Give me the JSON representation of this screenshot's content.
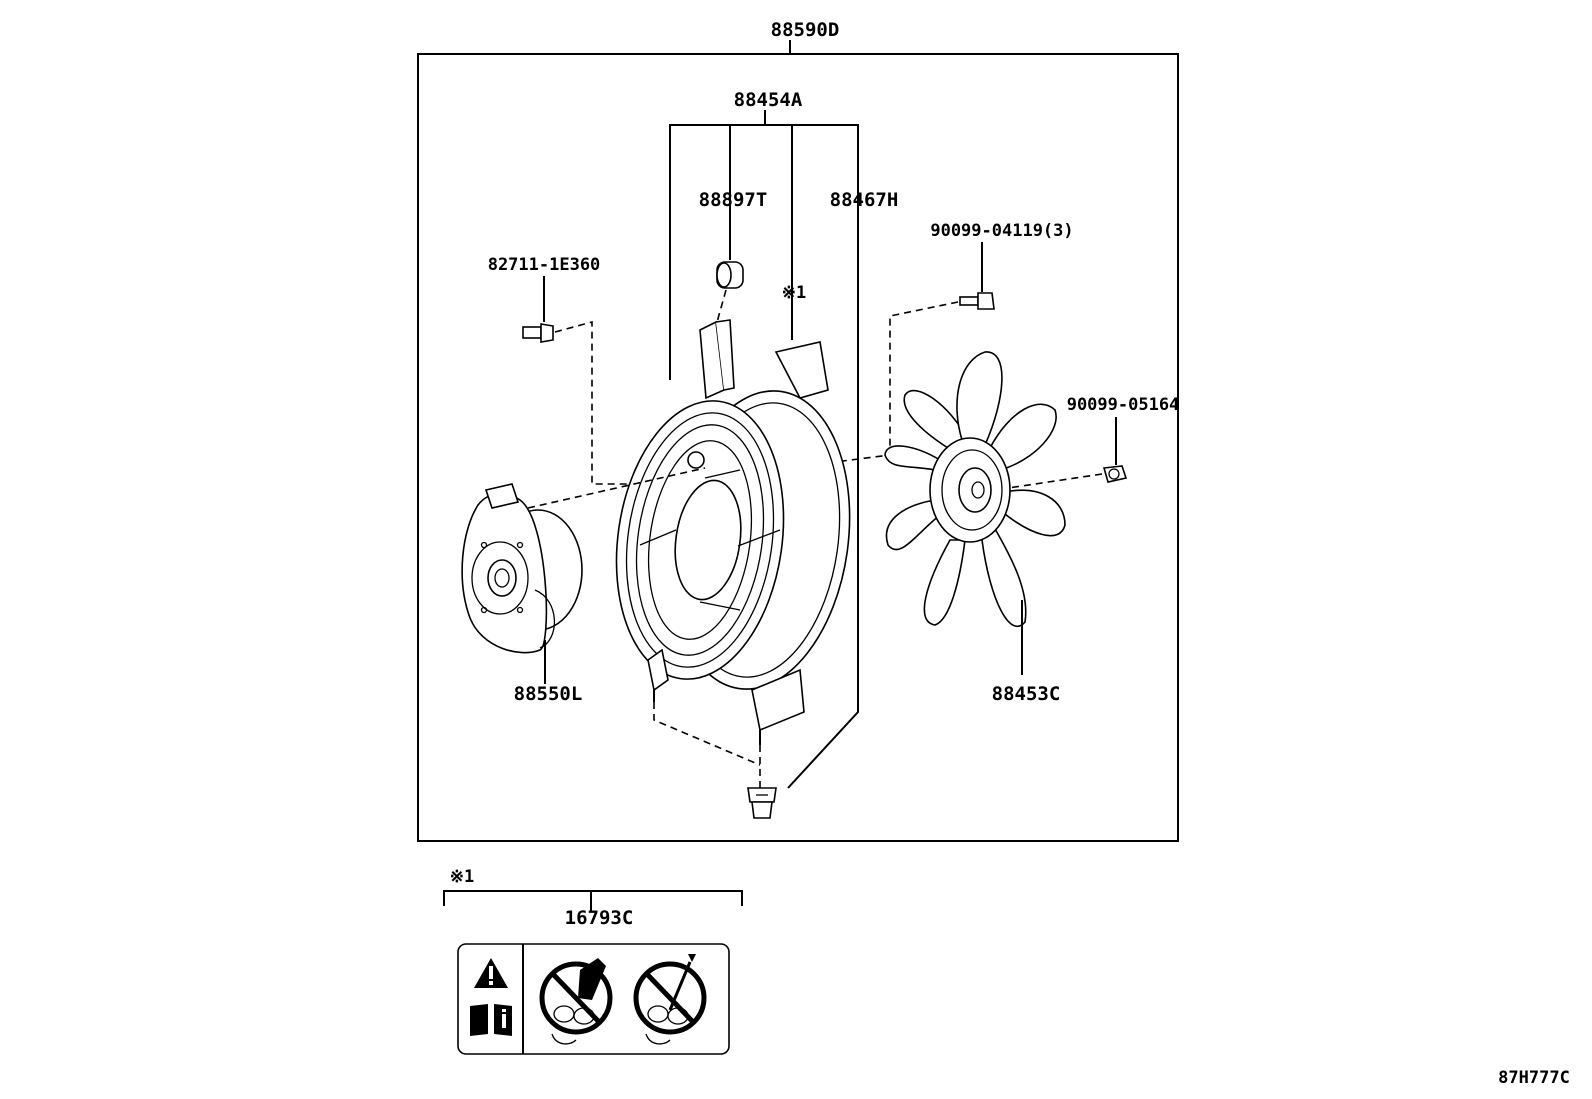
{
  "labels": {
    "assembly": "88590D",
    "shroud": "88454A",
    "cushion": "88897T",
    "label_part": "88467H",
    "screw_motor": "82711-1E360",
    "screw_fan": "90099-04119(3)",
    "nut": "90099-05164",
    "motor": "88550L",
    "fan": "88453C",
    "note_mark_upper": "※1",
    "note_mark_lower": "※1",
    "caution_label": "16793C",
    "drawing_code": "87H777C"
  },
  "icons": [
    "warning-triangle-icon",
    "manual-book-icon",
    "no-hand-in-fan-icon",
    "no-tool-in-fan-icon"
  ]
}
